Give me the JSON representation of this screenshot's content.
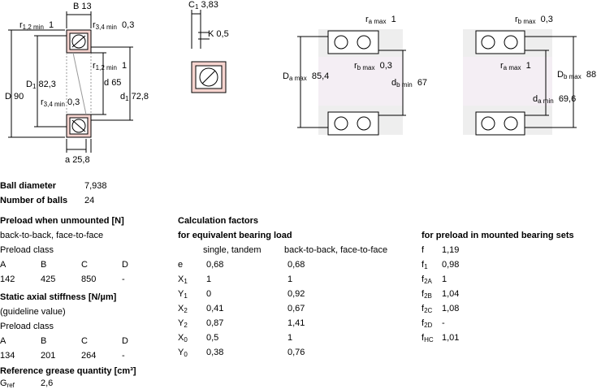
{
  "drawing": {
    "B": "B",
    "B_val": "13",
    "r12": "r",
    "r12_sub": "1,2 min",
    "r12_val": "1",
    "r34": "r",
    "r34_sub": "3,4 min",
    "r34_val": "0,3",
    "r12b": "r",
    "r12b_sub": "1,2 min",
    "r12b_val": "1",
    "r34b": "r",
    "r34b_sub": "3,4 min",
    "r34b_val": "0,3",
    "D": "D",
    "D_val": "90",
    "D1": "D",
    "D1_sub": "1",
    "D1_val": "82,3",
    "d": "d",
    "d_val": "65",
    "d1": "d",
    "d1_sub": "1",
    "d1_val": "72,8",
    "a": "a",
    "a_val": "25,8",
    "C1": "C",
    "C1_sub": "1",
    "C1_val": "3,83",
    "K": "K",
    "K_val": "0,5",
    "ra1": "r",
    "ra1_sub": "a max",
    "ra1_val": "1",
    "rb1": "r",
    "rb1_sub": "b max",
    "rb1_val": "0,3",
    "Da": "D",
    "Da_sub": "a max",
    "Da_val": "85,4",
    "db": "d",
    "db_sub": "b min",
    "db_val": "67",
    "rb2": "r",
    "rb2_sub": "b max",
    "rb2_val": "0,3",
    "ra2": "r",
    "ra2_sub": "a max",
    "ra2_val": "1",
    "Db": "D",
    "Db_sub": "b max",
    "Db_val": "88",
    "da": "d",
    "da_sub": "a min",
    "da_val": "69,6"
  },
  "ball": {
    "diameter_label": "Ball diameter",
    "diameter_value": "7,938",
    "count_label": "Number of balls",
    "count_value": "24"
  },
  "preload": {
    "title": "Preload when unmounted [N]",
    "arrangement": "back-to-back, face-to-face",
    "class_label": "Preload class",
    "classes": [
      "A",
      "B",
      "C",
      "D"
    ],
    "values": [
      "142",
      "425",
      "850",
      "-"
    ]
  },
  "stiffness": {
    "title": "Static axial stiffness [N/µm]",
    "note": "(guideline value)",
    "class_label": "Preload class",
    "classes": [
      "A",
      "B",
      "C",
      "D"
    ],
    "values": [
      "134",
      "201",
      "264",
      "-"
    ]
  },
  "grease": {
    "title": "Reference grease quantity [cm³]",
    "symbol": "G",
    "symbol_sub": "ref",
    "value": "2,6"
  },
  "calc": {
    "title": "Calculation factors",
    "subtitle": "for equivalent bearing load",
    "col1": "single, tandem",
    "col2": "back-to-back, face-to-face",
    "rows": [
      {
        "sym": "e",
        "sub": "",
        "v1": "0,68",
        "v2": "0,68"
      },
      {
        "sym": "X",
        "sub": "1",
        "v1": "1",
        "v2": "1"
      },
      {
        "sym": "Y",
        "sub": "1",
        "v1": "0",
        "v2": "0,92"
      },
      {
        "sym": "X",
        "sub": "2",
        "v1": "0,41",
        "v2": "0,67"
      },
      {
        "sym": "Y",
        "sub": "2",
        "v1": "0,87",
        "v2": "1,41"
      },
      {
        "sym": "X",
        "sub": "0",
        "v1": "0,5",
        "v2": "1"
      },
      {
        "sym": "Y",
        "sub": "0",
        "v1": "0,38",
        "v2": "0,76"
      }
    ]
  },
  "mounted": {
    "title": "for preload in mounted bearing sets",
    "rows": [
      {
        "sym": "f",
        "sub": "",
        "val": "1,19"
      },
      {
        "sym": "f",
        "sub": "1",
        "val": "0,98"
      },
      {
        "sym": "f",
        "sub": "2A",
        "val": "1"
      },
      {
        "sym": "f",
        "sub": "2B",
        "val": "1,04"
      },
      {
        "sym": "f",
        "sub": "2C",
        "val": "1,08"
      },
      {
        "sym": "f",
        "sub": "2D",
        "val": "-"
      },
      {
        "sym": "f",
        "sub": "HC",
        "val": "1,01"
      }
    ]
  }
}
